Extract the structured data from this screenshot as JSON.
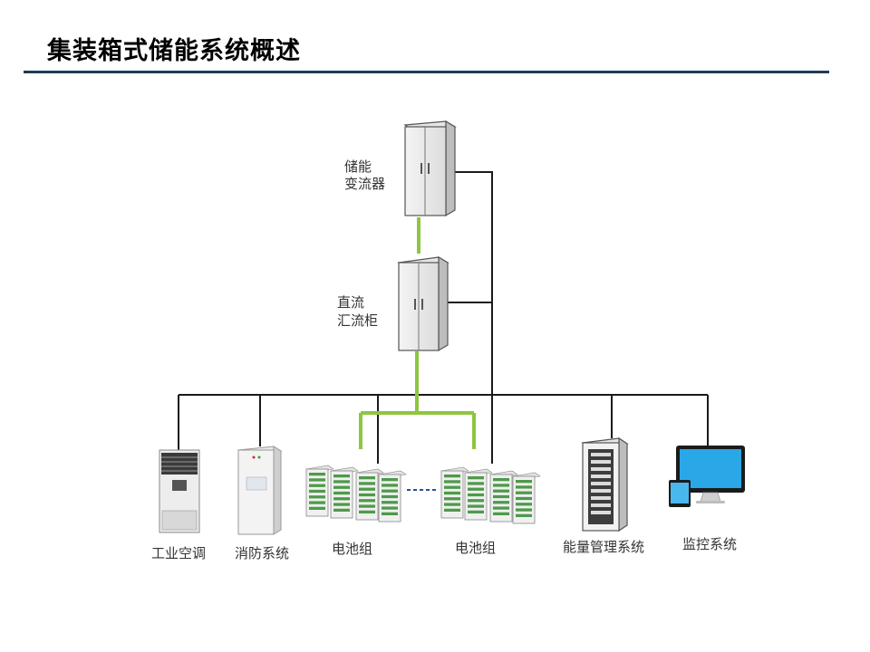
{
  "title": "集装箱式储能系统概述",
  "nodes": {
    "pcs": [
      "储能",
      "变流器"
    ],
    "dc_cabinet": [
      "直流",
      "汇流柜"
    ],
    "air_conditioner": "工业空调",
    "fire_protection": "消防系统",
    "battery_group_1": "电池组",
    "battery_group_2": "电池组",
    "ems": "能量管理系统",
    "monitoring": "监控系统"
  },
  "colors": {
    "title_rule": "#1f3b57",
    "power_line": "#8dc63f",
    "comm_line": "#1a1a1a",
    "dashed_link": "#2f4f8f",
    "battery_green": "#4e9a4a",
    "monitor_blue": "#2aa7e6"
  }
}
